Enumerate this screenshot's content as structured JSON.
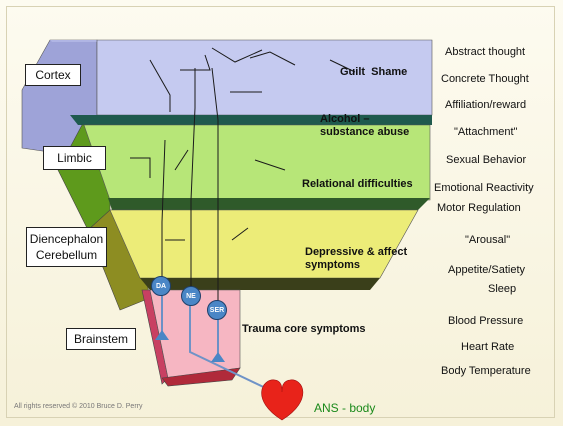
{
  "brain_regions": {
    "cortex": "Cortex",
    "limbic": "Limbic",
    "diencephalon": "Diencephalon",
    "cerebellum": "Cerebellum",
    "brainstem": "Brainstem"
  },
  "symptoms": {
    "guilt": "Guilt  Shame",
    "alcohol_line1": "Alcohol –",
    "alcohol_line2": "substance abuse",
    "relational": "Relational difficulties",
    "depressive_line1": "Depressive & affect",
    "depressive_line2": "symptoms",
    "trauma": "Trauma core symptoms"
  },
  "functions": [
    "Abstract thought",
    "Concrete Thought",
    "Affiliation/reward",
    "\"Attachment\"",
    "Sexual Behavior",
    "Emotional Reactivity",
    "Motor Regulation",
    "\"Arousal\"",
    "Appetite/Satiety",
    "Sleep",
    "Blood Pressure",
    "Heart Rate",
    "Body Temperature"
  ],
  "neurotransmitters": {
    "da": "DA",
    "ne": "NE",
    "ser": "SER"
  },
  "ans_label": "ANS - body",
  "copyright": "All rights reserved © 2010 Bruce D. Perry",
  "colors": {
    "cortex_front": "#c5caf0",
    "cortex_side": "#9ea3d8",
    "limbic_front": "#b7e678",
    "limbic_side": "#5e9a1c",
    "diencephalon_front": "#ecec78",
    "diencephalon_side": "#8d8d22",
    "brainstem_front": "#f6b6c2",
    "brainstem_side": "#c84062",
    "band_dark": "#1f5a4e",
    "heart": "#e8231a",
    "ans_text": "#1a8a1a"
  }
}
